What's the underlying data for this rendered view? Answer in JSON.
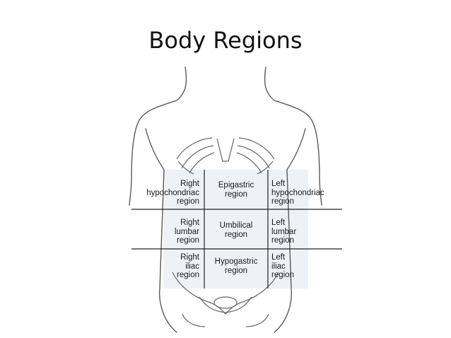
{
  "title": "Body Regions",
  "regions": [
    {
      "id": "right-hypochondriac",
      "lines": [
        "Right",
        "hypochondriac",
        "region"
      ]
    },
    {
      "id": "epigastric",
      "lines": [
        "Epigastric",
        "region"
      ]
    },
    {
      "id": "left-hypochondriac",
      "lines": [
        "Left",
        "hypochondriac",
        "region"
      ]
    },
    {
      "id": "right-lumbar",
      "lines": [
        "Right",
        "lumbar",
        "region"
      ]
    },
    {
      "id": "umbilical",
      "lines": [
        "Umbilical",
        "region"
      ]
    },
    {
      "id": "left-lumbar",
      "lines": [
        "Left",
        "lumbar",
        "region"
      ]
    },
    {
      "id": "right-iliac",
      "lines": [
        "Right",
        "iliac",
        "region"
      ]
    },
    {
      "id": "hypogastric",
      "lines": [
        "Hypogastric",
        "region"
      ]
    },
    {
      "id": "left-iliac",
      "lines": [
        "Left",
        "iliac",
        "region"
      ]
    }
  ],
  "colors": {
    "outline": "#555555",
    "skin": "#ffffff",
    "grid_fill": "#eef1f6",
    "lines": "#222222"
  }
}
